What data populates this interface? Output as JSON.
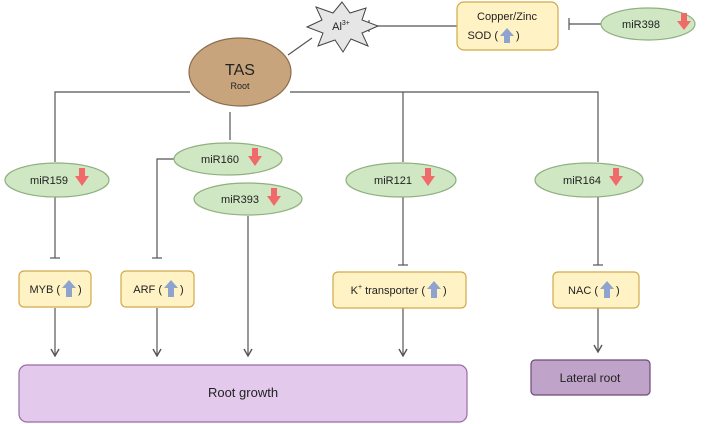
{
  "colors": {
    "ellipse_mir": "#cfe7c2",
    "ellipse_mir_stroke": "#8fb07f",
    "tas_fill": "#c7a47c",
    "tas_stroke": "#8b6d4f",
    "gene_box": "#fff2c4",
    "gene_box_stroke": "#d2a94a",
    "root_growth_fill": "#e3c9ec",
    "root_growth_stroke": "#9b6aa6",
    "lateral_root_fill": "#bfa3c8",
    "lateral_root_stroke": "#6d4a78",
    "down_arrow": "#f06a6a",
    "up_arrow": "#8ea4cf",
    "line": "#555555"
  },
  "tas": {
    "title": "TAS",
    "subtitle": "Root"
  },
  "aluminium": {
    "base": "Al",
    "superscript": "3+"
  },
  "sod": {
    "line1": "Copper/Zinc",
    "line2": "SOD (",
    "line2_end": ")"
  },
  "mirnas": {
    "mir398": "miR398",
    "mir159": "miR159",
    "mir160": "miR160",
    "mir393": "miR393",
    "mir121": "miR121",
    "mir164": "miR164"
  },
  "targets": {
    "myb": {
      "pre": "MYB (",
      "post": ")"
    },
    "arf": {
      "pre": "ARF (",
      "post": ")"
    },
    "k_transporter": {
      "pre_base": "K",
      "pre_sup": "+",
      "pre_rest": " transporter (",
      "post": ")"
    },
    "nac": {
      "pre": "NAC (",
      "post": ")"
    }
  },
  "outcomes": {
    "root_growth": "Root growth",
    "lateral_root": "Lateral root"
  }
}
